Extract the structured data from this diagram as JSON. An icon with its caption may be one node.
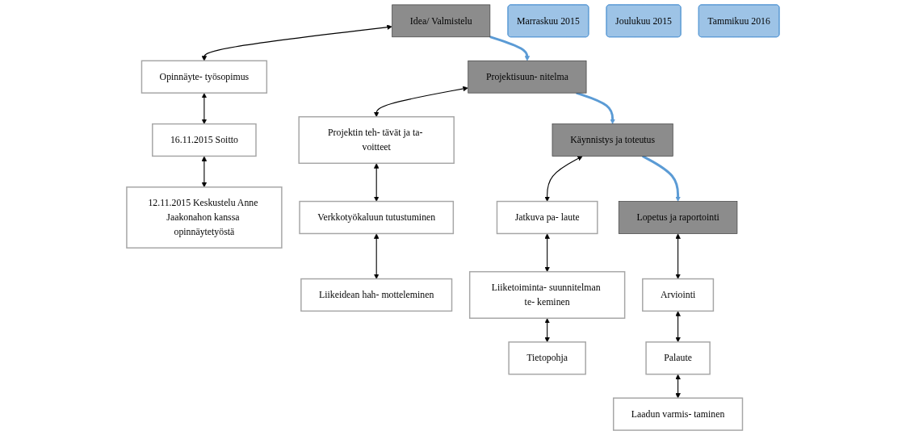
{
  "diagram": {
    "nodes": [
      {
        "text": [
          "Idea/ Valmistelu"
        ]
      },
      {
        "text": [
          "Opinnäyte- työsopimus"
        ]
      },
      {
        "text": [
          "16.11.2015 Soitto"
        ]
      },
      {
        "text": [
          "12.11.2015 Keskustelu Anne Jaakonahon kanssa opinnäytetyöstä"
        ]
      },
      {
        "text": [
          "Marraskuu 2015"
        ]
      },
      {
        "text": [
          "Projektisuun- nitelma"
        ]
      },
      {
        "text": [
          "Projektin teh- tävät ja ta- voitteet"
        ]
      },
      {
        "text": [
          "Verkkotyökaluun tutustuminen"
        ]
      },
      {
        "text": [
          "Liikeidean hah- motteleminen"
        ]
      },
      {
        "text": [
          "Joulukuu 2015"
        ]
      },
      {
        "text": [
          "Käynnistys ja toteutus"
        ]
      },
      {
        "text": [
          "Jatkuva pa- laute"
        ]
      },
      {
        "text": [
          "Liiketoiminta- suunnitelman te- keminen"
        ]
      },
      {
        "text": [
          "Tietopohja"
        ]
      },
      {
        "text": [
          "Tammikuu 2016"
        ]
      },
      {
        "text": [
          "Lopetus ja raportointi"
        ]
      },
      {
        "text": [
          "Arviointi"
        ]
      },
      {
        "text": [
          "Palaute"
        ]
      },
      {
        "text": [
          "Laadun varmis- taminen"
        ]
      }
    ],
    "edges": [
      {
        "from": 0,
        "to": 1,
        "arrow": "both"
      },
      {
        "from": 1,
        "to": 2,
        "arrow": "both"
      },
      {
        "from": 2,
        "to": 3,
        "arrow": "both"
      },
      {
        "from": 0,
        "to": 5,
        "arrow": "to",
        "style": "thick",
        "color": "#5b9bd5"
      },
      {
        "from": 5,
        "to": 6,
        "arrow": "both"
      },
      {
        "from": 6,
        "to": 7,
        "arrow": "both"
      },
      {
        "from": 7,
        "to": 8,
        "arrow": "both"
      },
      {
        "from": 5,
        "to": 10,
        "arrow": "to",
        "style": "thick",
        "color": "#5b9bd5"
      },
      {
        "from": 10,
        "to": 11,
        "arrow": "both"
      },
      {
        "from": 11,
        "to": 12,
        "arrow": "both"
      },
      {
        "from": 12,
        "to": 13,
        "arrow": "both"
      },
      {
        "from": 10,
        "to": 15,
        "arrow": "to",
        "style": "thick",
        "color": "#5b9bd5"
      },
      {
        "from": 15,
        "to": 16,
        "arrow": "both"
      },
      {
        "from": 16,
        "to": 17,
        "arrow": "both"
      },
      {
        "from": 17,
        "to": 18,
        "arrow": "both"
      }
    ]
  }
}
